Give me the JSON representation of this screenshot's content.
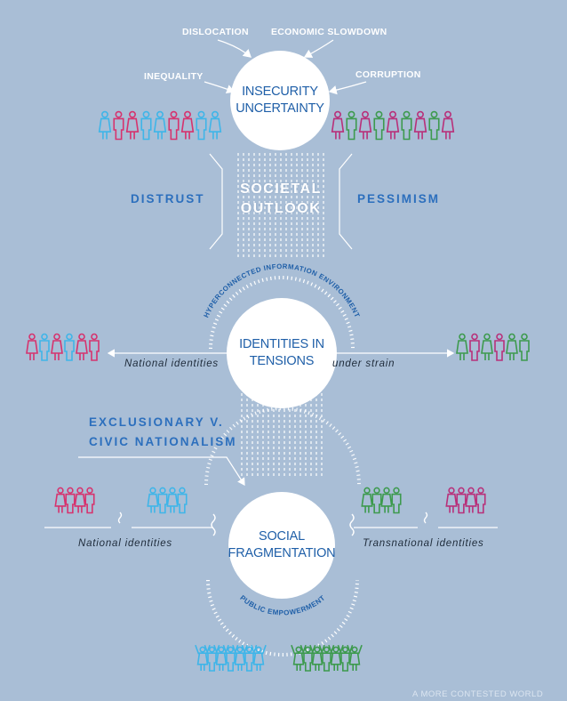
{
  "top": {
    "pressures": [
      "DISLOCATION",
      "ECONOMIC SLOWDOWN",
      "INEQUALITY",
      "CORRUPTION"
    ],
    "circle_lines": [
      "INSECURITY",
      "UNCERTAINTY"
    ],
    "left_label": "DISTRUST",
    "right_label": "PESSIMISM",
    "center_lines": [
      "SOCIETAL",
      "OUTLOOK"
    ]
  },
  "middle": {
    "arc_label": "HYPERCONNECTED INFORMATION ENVIRONMENT",
    "circle_lines": [
      "IDENTITIES IN",
      "TENSIONS"
    ],
    "left_caption": "National identities",
    "right_caption": "under strain"
  },
  "lower": {
    "heading_lines": [
      "EXCLUSIONARY V.",
      "CIVIC NATIONALISM"
    ],
    "circle_lines": [
      "SOCIAL",
      "FRAGMENTATION"
    ],
    "left_caption": "National identities",
    "right_caption": "Transnational identities",
    "arc_label": "PUBLIC EMPOWERMENT"
  },
  "footer": "A MORE CONTESTED WORLD",
  "colors": {
    "background": "#a9bed6",
    "accent_blue": "#2c6fbd",
    "people_cyan": "#3fb5e8",
    "people_pink": "#d6336e",
    "people_magenta": "#b8307a",
    "people_green": "#3d9a4e"
  }
}
